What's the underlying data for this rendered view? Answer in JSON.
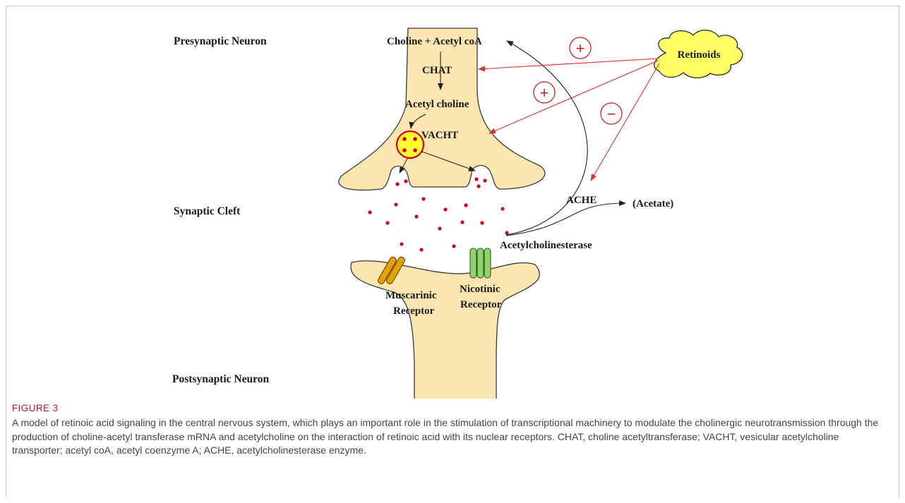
{
  "labels": {
    "presynaptic": "Presynaptic Neuron",
    "synaptic_cleft": "Synaptic Cleft",
    "postsynaptic": "Postsynaptic Neuron",
    "choline_acetyl_coa": "Choline + Acetyl coA",
    "chat": "CHAT",
    "acetyl_choline": "Acetyl choline",
    "vacht": "VACHT",
    "retinoids": "Retinoids",
    "ache": "ACHE",
    "acetate": "(Acetate)",
    "acetylcholinesterase": "Acetylcholinesterase",
    "muscarinic_1": "Muscarinic",
    "muscarinic_2": "Receptor",
    "nicotinic_1": "Nicotinic",
    "nicotinic_2": "Receptor",
    "plus": "+",
    "minus": "−"
  },
  "caption": {
    "title": "FIGURE 3",
    "text": "A model of retinoic acid signaling in the central nervous system, which plays an important role in the stimulation of transcriptional machinery to modulate the cholinergic neurotransmission through the production of choline-acetyl transferase mRNA and acetylcholine on the interaction of retinoic acid with its nuclear receptors. CHAT, choline acetyltransferase; VACHT, vesicular acetylcholine transporter; acetyl coA, acetyl coenzyme A; ACHE, acetylcholinesterase enzyme."
  },
  "colors": {
    "neuron_fill": "#fbe5b0",
    "neuron_stroke": "#3a3a3a",
    "vesicle_fill": "#ffff33",
    "acetylcholine_dot": "#d4001a",
    "retinoid_cloud": "#ffff66",
    "regulation_arrow": "#e03030",
    "muscarinic_receptor": "#e8a000",
    "nicotinic_receptor": "#8fd46a",
    "caption_title": "#c8102e",
    "caption_text": "#444444"
  },
  "icons": {
    "vesicle": "vesicle-icon",
    "muscarinic": "muscarinic-receptor-icon",
    "nicotinic": "nicotinic-receptor-icon",
    "retinoids": "cloud-icon"
  }
}
